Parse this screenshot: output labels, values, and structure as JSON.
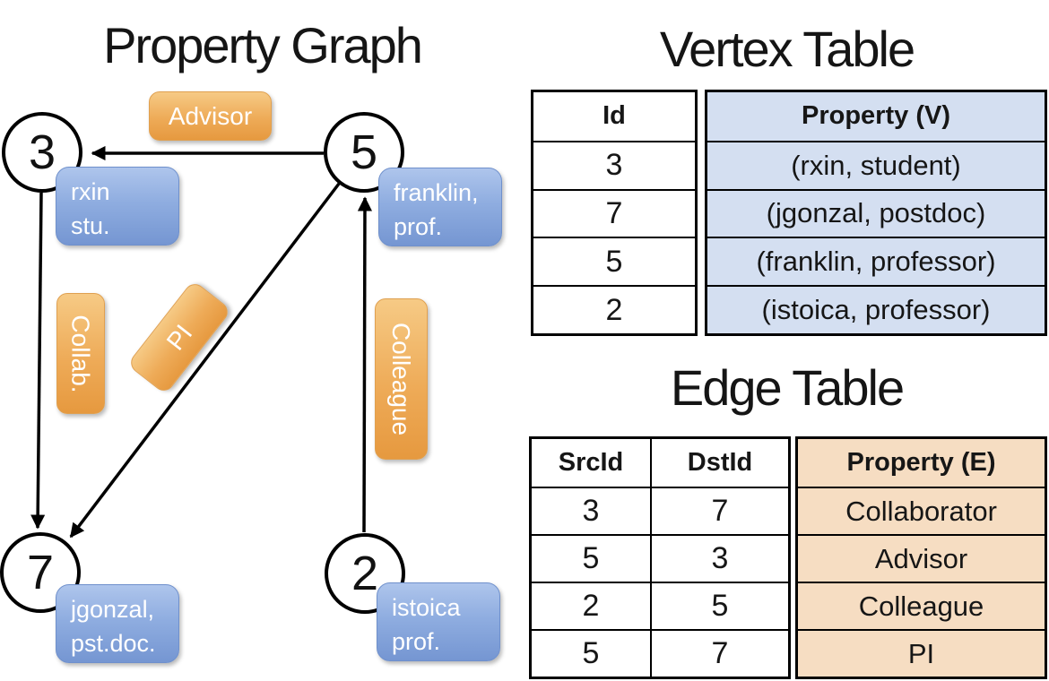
{
  "titles": {
    "property_graph": "Property Graph",
    "vertex_table": "Vertex Table",
    "edge_table": "Edge Table"
  },
  "colors": {
    "edge_label_orange": "#eda54f",
    "vertex_prop_blue": "#8aa9de",
    "vertex_cell_blue": "#d4dff1",
    "edge_cell_tan": "#f6ddc2",
    "edge_line": "#000000"
  },
  "graph": {
    "nodes": [
      {
        "id": "3",
        "prop_line1": "rxin",
        "prop_line2": "stu."
      },
      {
        "id": "5",
        "prop_line1": "franklin,",
        "prop_line2": "prof."
      },
      {
        "id": "7",
        "prop_line1": "jgonzal,",
        "prop_line2": "pst.doc."
      },
      {
        "id": "2",
        "prop_line1": "istoica",
        "prop_line2": "prof."
      }
    ],
    "edge_labels": {
      "advisor": "Advisor",
      "collab": "Collab.",
      "pi": "PI",
      "colleague": "Colleague"
    }
  },
  "vertex_table": {
    "headers": {
      "id": "Id",
      "property": "Property (V)"
    },
    "rows": [
      {
        "id": "3",
        "property": "(rxin, student)"
      },
      {
        "id": "7",
        "property": "(jgonzal, postdoc)"
      },
      {
        "id": "5",
        "property": "(franklin, professor)"
      },
      {
        "id": "2",
        "property": "(istoica, professor)"
      }
    ]
  },
  "edge_table": {
    "headers": {
      "src": "SrcId",
      "dst": "DstId",
      "property": "Property (E)"
    },
    "rows": [
      {
        "src": "3",
        "dst": "7",
        "property": "Collaborator"
      },
      {
        "src": "5",
        "dst": "3",
        "property": "Advisor"
      },
      {
        "src": "2",
        "dst": "5",
        "property": "Colleague"
      },
      {
        "src": "5",
        "dst": "7",
        "property": "PI"
      }
    ]
  }
}
